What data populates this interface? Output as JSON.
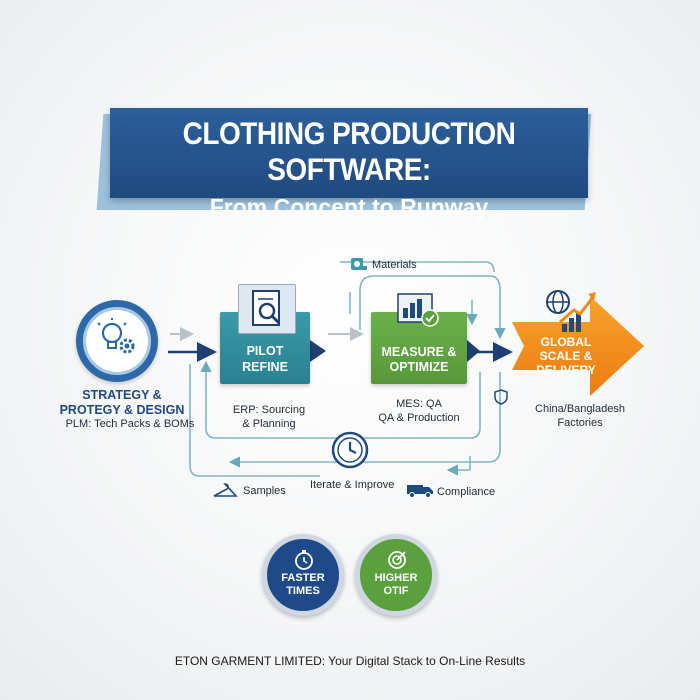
{
  "title": {
    "main": "CLOTHING PRODUCTION SOFTWARE:",
    "sub": "From Concept to Runway"
  },
  "strategy": {
    "title": "STRATEGY & PROTEGY & DESIGN",
    "subtitle": "PLM: Tech Packs & BOMs"
  },
  "pilot": {
    "label_line1": "PILOT",
    "label_line2": "REFINE",
    "caption_line1": "ERP: Sourcing",
    "caption_line2": "& Planning"
  },
  "measure": {
    "label_line1": "MEASURE &",
    "label_line2": "OPTIMIZE",
    "caption_line1": "MES: QA",
    "caption_line2": "QA & Production"
  },
  "global": {
    "label_line1": "GLOBAL",
    "label_line2": "SCALE & DELIVERY",
    "caption_line1": "China/Bangladesh",
    "caption_line2": "Factories"
  },
  "loop_labels": {
    "materials": "Materials",
    "samples": "Samples",
    "iterate": "Iterate & Improve",
    "compliance": "Compliance"
  },
  "badges": {
    "faster_line1": "FASTER",
    "faster_line2": "TIMES",
    "higher_line1": "HIGHER",
    "higher_line2": "OTIF"
  },
  "footer": "ETON GARMENT LIMITED: Your Digital Stack to On-Line Results",
  "colors": {
    "navy": "#1f4a80",
    "teal": "#2a8090",
    "green": "#5aa03c",
    "orange": "#f08a14",
    "loop_line": "#7fb6c4"
  }
}
